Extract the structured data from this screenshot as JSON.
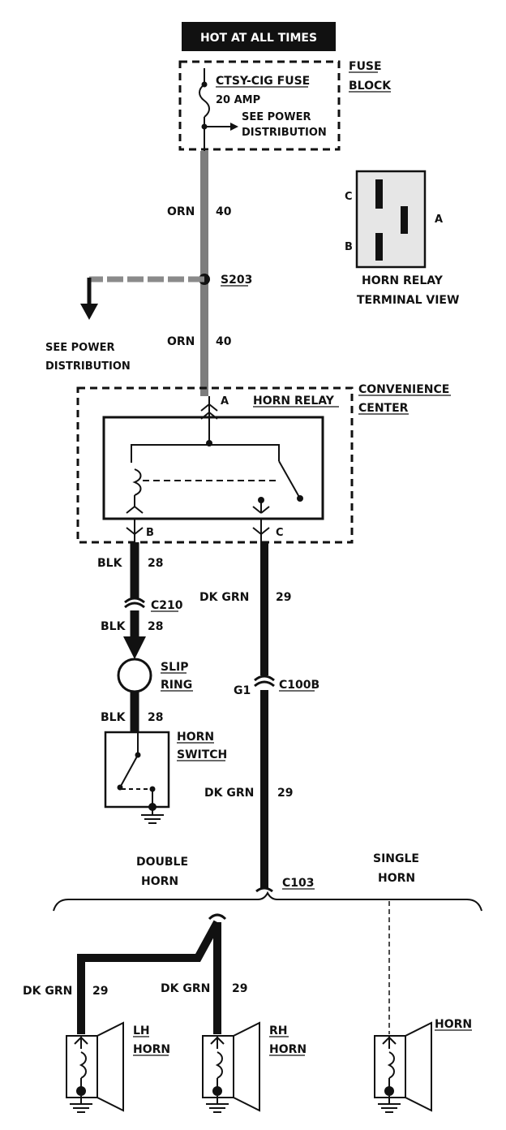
{
  "banner": "HOT AT ALL TIMES",
  "fuse_block": {
    "fuse_name": "CTSY-CIG FUSE",
    "amp": "20 AMP",
    "see_line1": "SEE POWER",
    "see_line2": "DISTRIBUTION",
    "label_line1": "FUSE",
    "label_line2": "BLOCK"
  },
  "relay_terminal_view": {
    "pin_c": "C",
    "pin_a": "A",
    "pin_b": "B",
    "title_line1": "HORN RELAY",
    "title_line2": "TERMINAL VIEW"
  },
  "wires": {
    "w1_color": "ORN",
    "w1_num": "40",
    "w2_color": "ORN",
    "w2_num": "40",
    "w3_color": "BLK",
    "w3_num": "28",
    "w4_color": "BLK",
    "w4_num": "28",
    "w5_color": "BLK",
    "w5_num": "28",
    "w6_color": "DK GRN",
    "w6_num": "29",
    "w7_color": "DK GRN",
    "w7_num": "29",
    "w8_color": "DK GRN",
    "w8_num": "29",
    "w9_color": "DK GRN",
    "w9_num": "29"
  },
  "splice": "S203",
  "power_dist_line1": "SEE POWER",
  "power_dist_line2": "DISTRIBUTION",
  "convenience_center": {
    "label_line1": "CONVENIENCE",
    "label_line2": "CENTER",
    "relay_name": "HORN RELAY",
    "pin_a": "A",
    "pin_b": "B",
    "pin_c": "C"
  },
  "connectors": {
    "c210": "C210",
    "c100b": "C100B",
    "c100b_pin": "G1",
    "c103": "C103"
  },
  "slip_ring_line1": "SLIP",
  "slip_ring_line2": "RING",
  "horn_switch_line1": "HORN",
  "horn_switch_line2": "SWITCH",
  "double_line1": "DOUBLE",
  "double_line2": "HORN",
  "single_line1": "SINGLE",
  "single_line2": "HORN",
  "lh_line1": "LH",
  "lh_line2": "HORN",
  "rh_line1": "RH",
  "rh_line2": "HORN",
  "horn_single": "HORN",
  "colors": {
    "ink": "#111111",
    "orange_wire": "#7d7d7d",
    "paper": "#ffffff"
  }
}
